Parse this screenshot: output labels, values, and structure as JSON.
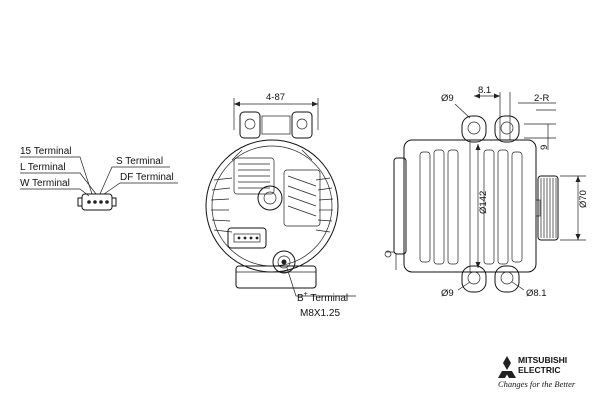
{
  "terminals": {
    "t15": "15 Terminal",
    "l": "L Terminal",
    "w": "W Terminal",
    "s": "S Terminal",
    "df": "DF Terminal"
  },
  "front_view": {
    "width_dim": "4-87",
    "b_terminal_label": "B",
    "b_terminal_sup": "+",
    "b_terminal_suffix": " Terminal",
    "b_terminal_thread": "M8X1.25"
  },
  "side_view": {
    "hole_top_left": "Ø9",
    "offset_top": "8.1",
    "corner_radius": "2-R",
    "offset_side": "9",
    "body_diameter": "Ø142",
    "pulley_diameter": "Ø70",
    "hole_bottom_left": "Ø9",
    "hole_bottom_right": "Ø8.1"
  },
  "brand": {
    "name_line1": "MITSUBISHI",
    "name_line2": "ELECTRIC",
    "tagline": "Changes for the Better"
  }
}
